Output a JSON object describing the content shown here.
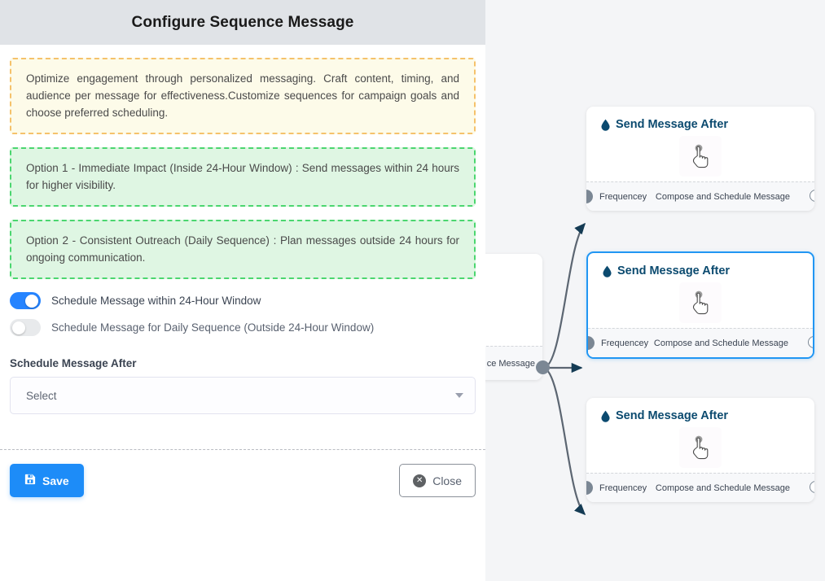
{
  "modal": {
    "title": "Configure Sequence Message",
    "note": "Optimize engagement through personalized messaging. Craft content, timing, and audience per message for effectiveness.Customize sequences for campaign goals and choose preferred scheduling.",
    "option_1": "Option 1 - Immediate Impact (Inside 24-Hour Window) : Send messages within 24 hours for higher visibility.",
    "option_2": "Option 2 - Consistent Outreach (Daily Sequence) : Plan messages outside 24 hours for ongoing communication.",
    "toggles": [
      {
        "label": "Schedule Message within 24-Hour Window",
        "state": "on"
      },
      {
        "label": "Schedule Message for Daily Sequence (Outside 24-Hour Window)",
        "state": "off"
      }
    ],
    "schedule_field": {
      "label": "Schedule Message After",
      "value": "Select"
    },
    "footer": {
      "save_label": "Save",
      "close_label": "Close",
      "close_glyph": "✕"
    },
    "colors": {
      "header_bg": "#e0e3e7",
      "note_border": "#f5c26b",
      "note_bg": "#fdfbe9",
      "option_border": "#4bd66f",
      "option_bg": "#dff6e3",
      "toggle_on": "#2684ff",
      "save_bg": "#1d8cf8"
    }
  },
  "canvas": {
    "background": "#f4f5f7",
    "source_node": {
      "out_label": "ce Message"
    },
    "nodes": [
      {
        "title": "Send Message After",
        "in_label": "Frequencey",
        "out_label": "Compose and Schedule Message",
        "selected": false,
        "icon": "water-drop-icon",
        "body_icon": "tap-hand-icon"
      },
      {
        "title": "Send Message After",
        "in_label": "Frequencey",
        "out_label": "Compose and Schedule Message",
        "selected": true,
        "icon": "water-drop-icon",
        "body_icon": "tap-hand-icon"
      },
      {
        "title": "Send Message After",
        "in_label": "Frequencey",
        "out_label": "Compose and Schedule Message",
        "selected": false,
        "icon": "water-drop-icon",
        "body_icon": "tap-hand-icon"
      }
    ],
    "edge_color": "#5c6672",
    "selected_border_color": "#2196f3"
  }
}
